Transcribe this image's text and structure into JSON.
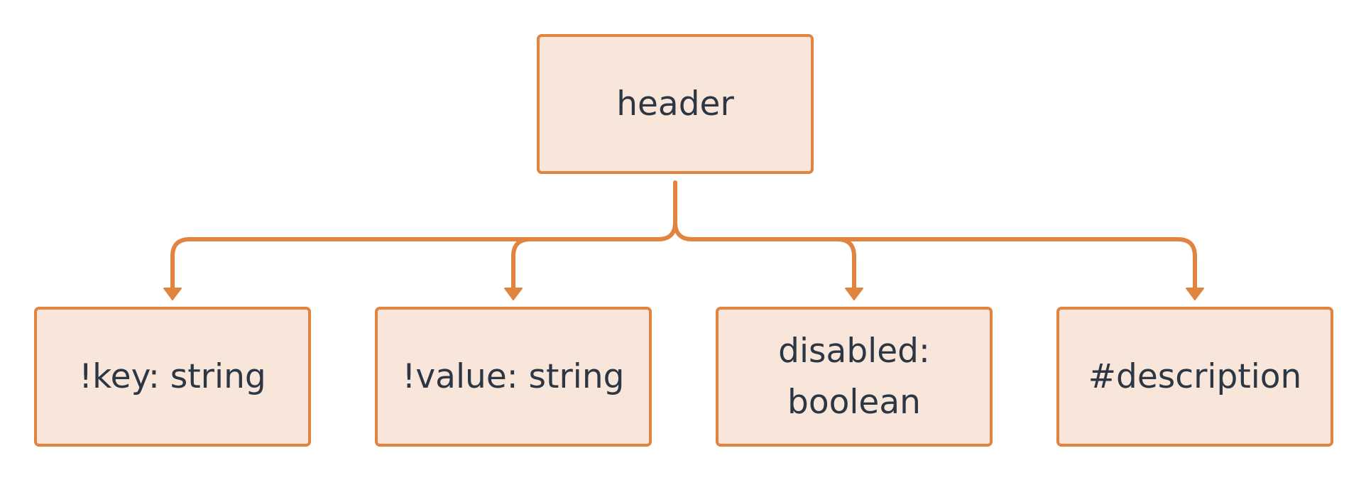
{
  "diagram": {
    "colors": {
      "stroke": "#e0843f",
      "fill": "#f8e6db",
      "text": "#2d3744",
      "background": "#ffffff"
    },
    "root": {
      "lines": [
        "header"
      ]
    },
    "children": [
      {
        "lines": [
          "!key: string"
        ]
      },
      {
        "lines": [
          "!value: string"
        ]
      },
      {
        "lines": [
          "disabled:",
          "boolean"
        ]
      },
      {
        "lines": [
          "#description"
        ]
      }
    ]
  }
}
